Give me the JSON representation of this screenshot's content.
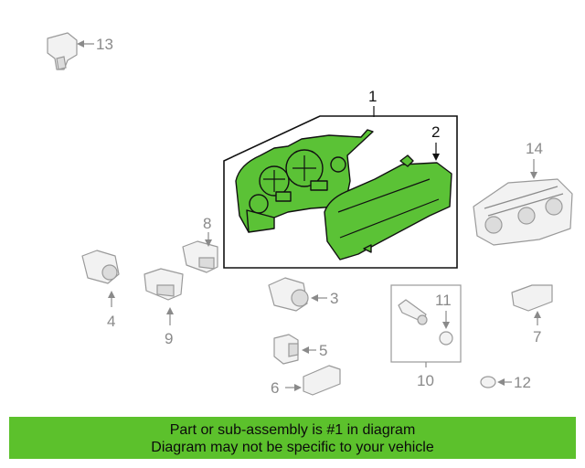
{
  "callouts": {
    "c1": "1",
    "c2": "2",
    "c3": "3",
    "c4": "4",
    "c5": "5",
    "c6": "6",
    "c7": "7",
    "c8": "8",
    "c9": "9",
    "c10": "10",
    "c11": "11",
    "c12": "12",
    "c13": "13",
    "c14": "14"
  },
  "banner": {
    "line1": "Part or sub-assembly is #1 in diagram",
    "line2": "Diagram may not be specific to your vehicle",
    "color": "#5cc12c"
  },
  "colors": {
    "highlight_part": "#5bc236",
    "other_parts": "#9a9a9a"
  }
}
